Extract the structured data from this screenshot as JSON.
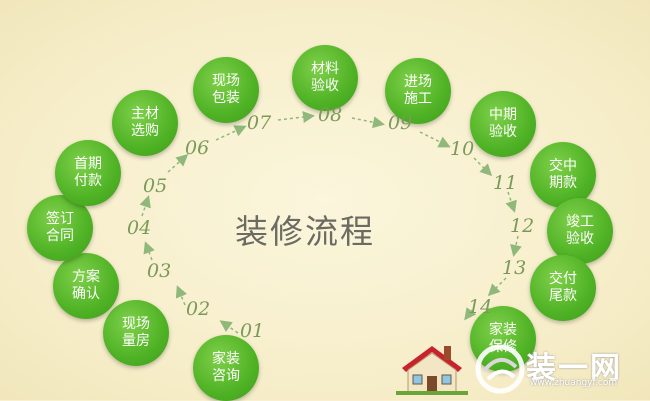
{
  "title": "装修流程",
  "steps": [
    {
      "num": "01",
      "label": "家装\n咨询"
    },
    {
      "num": "02",
      "label": "现场\n量房"
    },
    {
      "num": "03",
      "label": "方案\n确认"
    },
    {
      "num": "04",
      "label": "签订\n合同"
    },
    {
      "num": "05",
      "label": "首期\n付款"
    },
    {
      "num": "06",
      "label": "主材\n选购"
    },
    {
      "num": "07",
      "label": "现场\n包装"
    },
    {
      "num": "08",
      "label": "材料\n验收"
    },
    {
      "num": "09",
      "label": "进场\n施工"
    },
    {
      "num": "10",
      "label": "中期\n验收"
    },
    {
      "num": "11",
      "label": "交中\n期款"
    },
    {
      "num": "12",
      "label": "竣工\n验收"
    },
    {
      "num": "13",
      "label": "交付\n尾款"
    },
    {
      "num": "14",
      "label": "家装\n保修"
    }
  ],
  "watermark": {
    "text": "装一网",
    "url": "www.zhuangyi.com"
  },
  "colors": {
    "circle": "#4fb225",
    "background": "#f8f0cf",
    "numbers": "#7a9a5a",
    "arrows": "#8fb87a"
  }
}
